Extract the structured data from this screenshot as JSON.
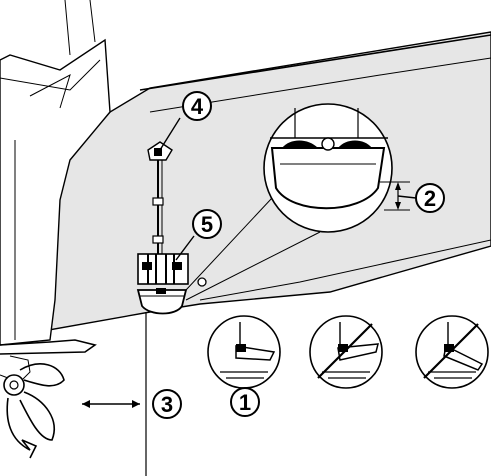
{
  "figure": {
    "callouts": [
      {
        "id": "c1",
        "label": "1"
      },
      {
        "id": "c2",
        "label": "2"
      },
      {
        "id": "c3",
        "label": "3"
      },
      {
        "id": "c4",
        "label": "4"
      },
      {
        "id": "c5",
        "label": "5"
      }
    ],
    "colors": {
      "hull_fill": "#e6e6e6",
      "ink": "#000000",
      "background": "#ffffff"
    }
  }
}
